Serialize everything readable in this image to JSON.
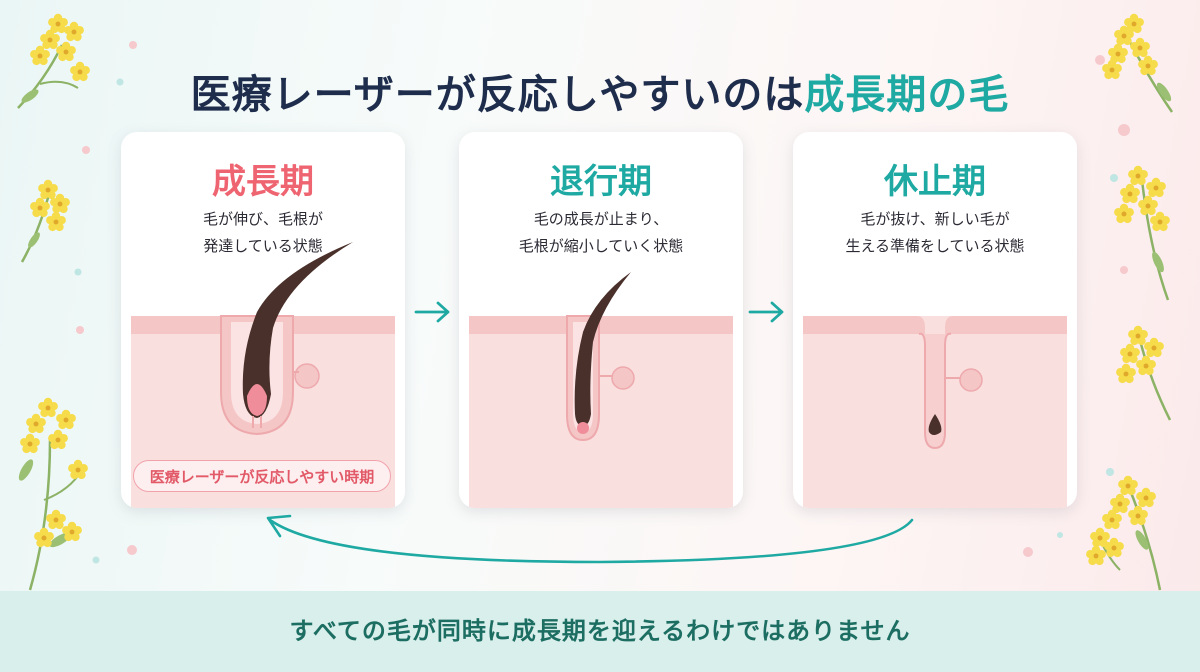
{
  "title": {
    "main": "医療レーザーが反応しやすいのは",
    "accent": "成長期の毛"
  },
  "stages": [
    {
      "name": "成長期",
      "desc_line1": "毛が伸び、毛根が",
      "desc_line2": "発達している状態",
      "badge": "医療レーザーが反応しやすい時期",
      "color": "#ee6470"
    },
    {
      "name": "退行期",
      "desc_line1": "毛の成長が止まり、",
      "desc_line2": "毛根が縮小していく状態",
      "color": "#1fa9a3"
    },
    {
      "name": "休止期",
      "desc_line1": "毛が抜け、新しい毛が",
      "desc_line2": "生える準備をしている状態",
      "color": "#1fa9a3"
    }
  ],
  "footer": {
    "text": "すべての毛が同時に成長期を迎えるわけではありません"
  },
  "colors": {
    "accent_teal": "#1fa9a3",
    "accent_pink": "#ee6470",
    "title_navy": "#1f2d4d",
    "hair_brown": "#4a302a",
    "skin_pink": "#f7d3d2",
    "papilla_pink": "#f08d9a"
  },
  "icons": [
    "right-arrow-icon",
    "cycle-arrow-icon",
    "rapeseed-flower-icon"
  ]
}
